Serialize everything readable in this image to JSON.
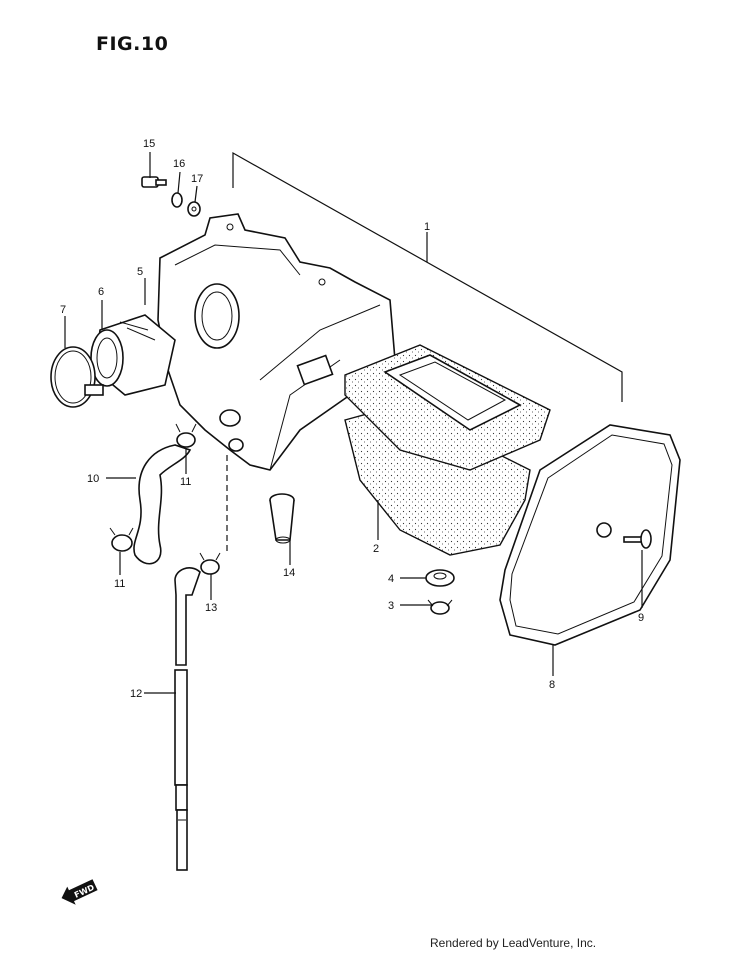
{
  "figure": {
    "title": "FIG.10",
    "credit": "Rendered by LeadVenture, Inc.",
    "fwd_mark": "FWD"
  },
  "callouts": [
    "1",
    "2",
    "3",
    "4",
    "5",
    "6",
    "7",
    "8",
    "9",
    "10",
    "11",
    "11",
    "12",
    "13",
    "14",
    "15",
    "16",
    "17"
  ]
}
